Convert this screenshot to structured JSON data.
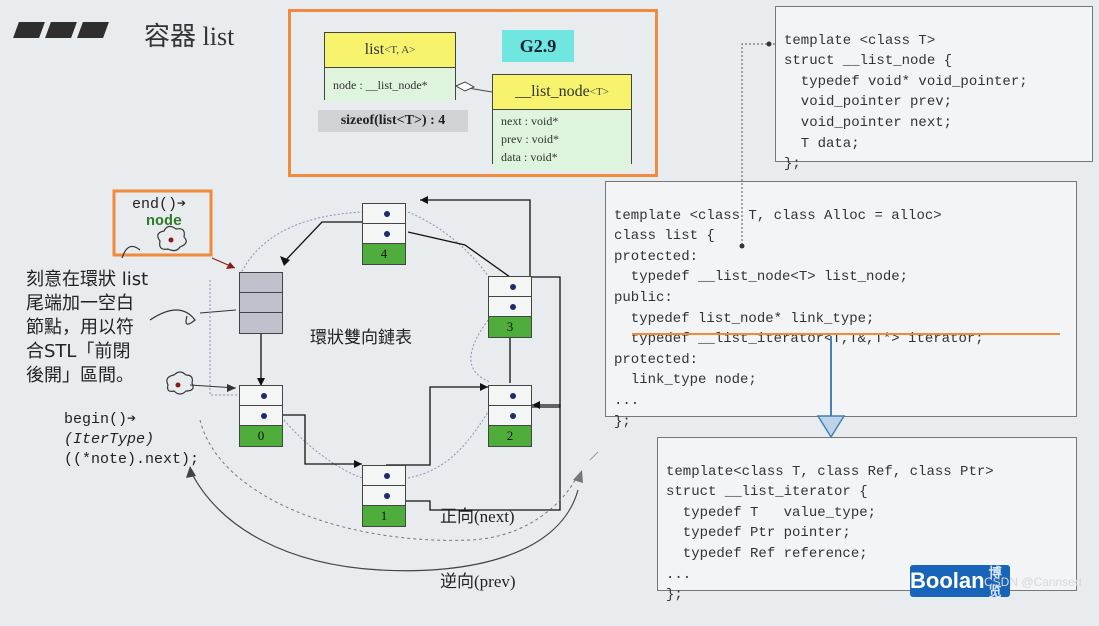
{
  "header": {
    "title": "容器 list"
  },
  "uml": {
    "list_class": {
      "name": "list",
      "params": "<T, A>",
      "field": "node : __list_node*"
    },
    "node_class": {
      "name": "__list_node",
      "params": "<T>",
      "fields": [
        "next : void*",
        "prev : void*",
        "data : void*"
      ]
    },
    "version": "G2.9",
    "sizeof": "sizeof(list<T>) : 4"
  },
  "code": {
    "list_node": [
      "template <class T>",
      "struct __list_node {",
      "  typedef void* void_pointer;",
      "  void_pointer prev;",
      "  void_pointer next;",
      "  T data;",
      "};"
    ],
    "list": [
      "template <class T, class Alloc = alloc>",
      "class list {",
      "protected:",
      "  typedef __list_node<T> list_node;",
      "public:",
      "  typedef list_node* link_type;",
      "  typedef __list_iterator<T,T&,T*> iterator;",
      "protected:",
      "  link_type node;",
      "...",
      "};"
    ],
    "iterator": [
      "template<class T, class Ref, class Ptr>",
      "struct __list_iterator {",
      "  typedef T   value_type;",
      "  typedef Ptr pointer;",
      "  typedef Ref reference;",
      "...",
      "};"
    ]
  },
  "diagram": {
    "end_label": "end()➔",
    "end_node": "node",
    "begin_lines": [
      "begin()➔",
      "(IterType)",
      "((*note).next);"
    ],
    "note": "刻意在環狀 list\n尾端加一空白\n節點，用以符\n合STL「前閉\n後開」區間。",
    "ring_label": "環狀雙向鏈表",
    "forward_label": "正向(next)",
    "backward_label": "逆向(prev)",
    "nodes": [
      "4",
      "3",
      "0",
      "2",
      "1"
    ]
  },
  "branding": {
    "logo": "Boolan",
    "logo_suffix": "博览",
    "watermark": "CSDN @Cannsed"
  },
  "colors": {
    "highlight": "#f08a3c",
    "uml_head": "#f7f36c",
    "uml_body": "#dff4dc",
    "node_label": "#4fae3b",
    "accent_cyan": "#6fe6df",
    "brand_blue": "#1864b8"
  }
}
